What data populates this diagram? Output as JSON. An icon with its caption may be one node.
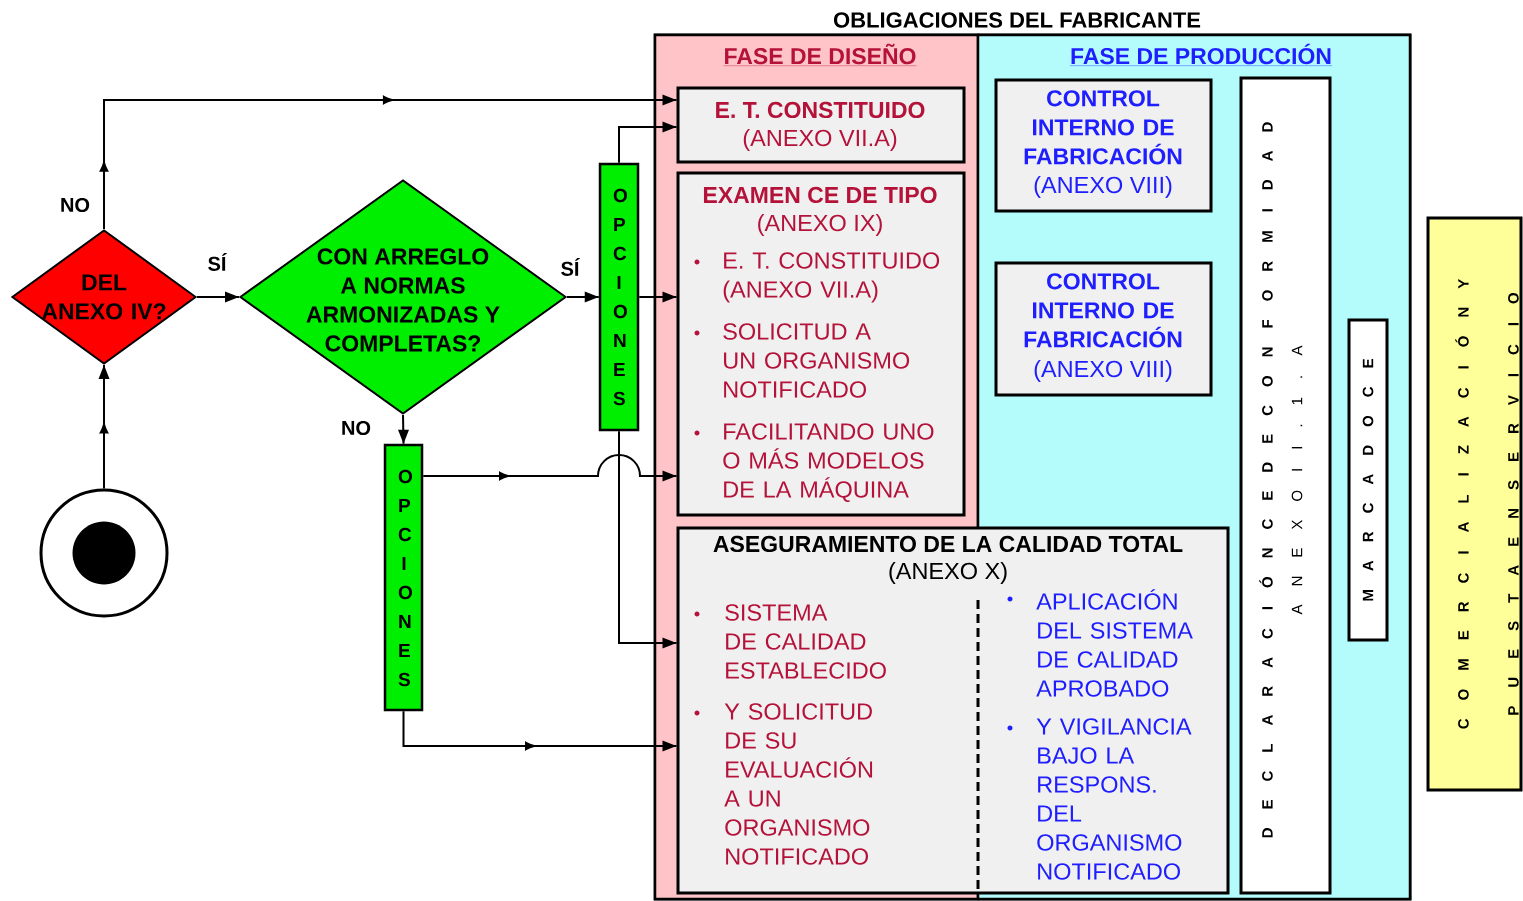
{
  "diagram": {
    "nodes": [
      {
        "text": [],
        "shape": "circle"
      },
      {
        "text": [
          "DEL ANEXO IV?"
        ]
      },
      {
        "text": [
          "CON ARREGLO A NORMAS ARMONIZADAS Y COMPLETAS?"
        ]
      },
      {
        "text": [
          "OPCIONES"
        ]
      },
      {
        "text": [
          "OPCIONES"
        ]
      },
      {
        "text": [
          "OBLIGACIONES DEL FABRICANTE"
        ]
      },
      {
        "text": [
          "FASE DE DISEÑO"
        ],
        "in": 5
      },
      {
        "text": [
          "E. T. CONSTITUIDO",
          "(ANEXO VII.A)"
        ],
        "in": 6
      },
      {
        "text": [
          "EXAMEN CE DE TIPO",
          "(ANEXO IX)",
          "E. T. CONSTITUIDO (ANEXO VII.A)",
          "SOLICITUD A UN ORGANISMO NOTIFICADO",
          "FACILITANDO UNO O MÁS MODELOS DE LA MÁQUINA"
        ],
        "in": 6
      },
      {
        "text": [
          "FASE DE PRODUCCIÓN"
        ],
        "in": 5
      },
      {
        "text": [
          "ASEGURAMIENTO DE LA CALIDAD TOTAL",
          "(ANEXO X)",
          "SISTEMA DE CALIDAD ESTABLECIDO",
          "Y SOLICITUD DE SU EVALUACIÓN A UN ORGANISMO NOTIFICADO",
          "APLICACIÓN DEL SISTEMA DE CALIDAD APROBADO",
          "Y VIGILANCIA BAJO LA RESPONS. DEL ORGANISMO NOTIFICADO"
        ],
        "in": 5
      },
      {
        "text": [
          "CONTROL INTERNO DE FABRICACIÓN",
          "(ANEXO VIII)"
        ],
        "in": 9
      },
      {
        "text": [
          "CONTROL INTERNO DE FABRICACIÓN",
          "(ANEXO VIII)"
        ],
        "in": 9
      },
      {
        "text": [
          "D E C L A R A C I Ó N C E D E C O N F O R M I D A D",
          "A N E X O I I . 1 . A"
        ],
        "in": 9
      },
      {
        "text": [
          "M A R C A D O C E"
        ],
        "in": 9
      },
      {
        "text": [
          "C O M E R C I A L I Z A C I Ó N Y P U E S T A E N S E R V I C I O"
        ]
      }
    ],
    "edges": [
      {
        "from": 0,
        "to": 1,
        "arrow": "to"
      },
      {
        "from": 1,
        "to": 7,
        "arrow": "to",
        "label": "NO"
      },
      {
        "from": 1,
        "to": 2,
        "arrow": "to",
        "label": "SÍ"
      },
      {
        "from": 2,
        "to": 3,
        "arrow": "to",
        "label": "SÍ"
      },
      {
        "from": 2,
        "to": 4,
        "arrow": "to",
        "label": "NO"
      },
      {
        "from": 3,
        "to": 7,
        "arrow": "to"
      },
      {
        "from": 3,
        "to": 8,
        "arrow": "to"
      },
      {
        "from": 3,
        "to": 10,
        "arrow": "to"
      },
      {
        "from": 4,
        "to": 8,
        "arrow": "to"
      },
      {
        "from": 4,
        "to": 10,
        "arrow": "to"
      }
    ]
  }
}
